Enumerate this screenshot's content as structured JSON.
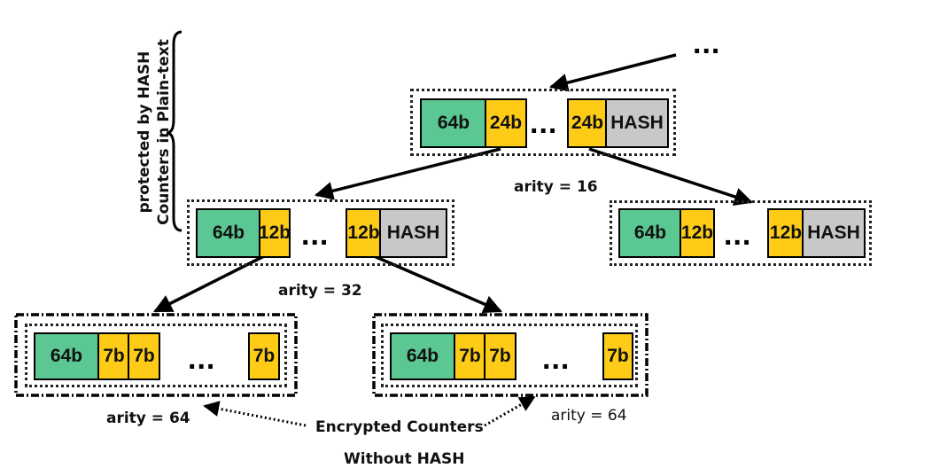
{
  "top_ellipsis": "...",
  "side_label": {
    "line1": "protected by HASH",
    "line2": "Counters in Plain-text"
  },
  "level1": {
    "cells": [
      "64b",
      "24b",
      "...",
      "24b",
      "HASH"
    ],
    "arity": "arity = 16"
  },
  "level2": {
    "left_cells": [
      "64b",
      "12b",
      "...",
      "12b",
      "HASH"
    ],
    "right_cells": [
      "64b",
      "12b",
      "...",
      "12b",
      "HASH"
    ],
    "arity": "arity = 32"
  },
  "level3": {
    "left_cells": [
      "64b",
      "7b",
      "7b",
      "...",
      "7b"
    ],
    "right_cells": [
      "64b",
      "7b",
      "7b",
      "...",
      "7b"
    ],
    "arity_left": "arity = 64",
    "arity_right": "arity = 64"
  },
  "annotation": {
    "line1": "Encrypted Counters",
    "line2": "Without HASH"
  },
  "colors": {
    "green": "#5bc792",
    "yellow": "#fecc17",
    "gray": "#c8c8c8"
  }
}
